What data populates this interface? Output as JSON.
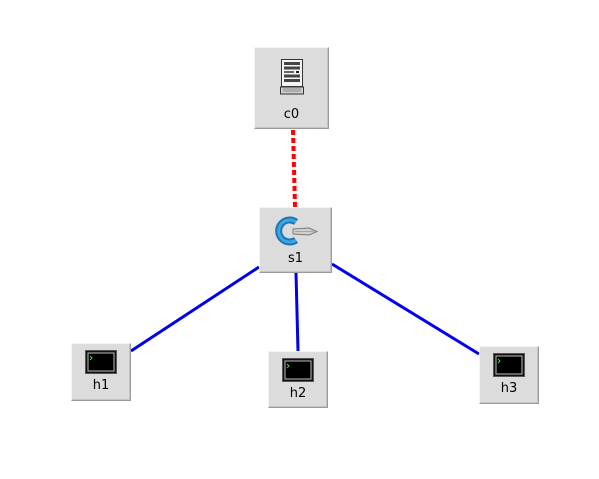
{
  "topology": {
    "nodes": [
      {
        "id": "c0",
        "label": "c0",
        "kind": "controller",
        "icon": "server-icon"
      },
      {
        "id": "s1",
        "label": "s1",
        "kind": "switch",
        "icon": "switch-icon"
      },
      {
        "id": "h1",
        "label": "h1",
        "kind": "host",
        "icon": "terminal-icon"
      },
      {
        "id": "h2",
        "label": "h2",
        "kind": "host",
        "icon": "terminal-icon"
      },
      {
        "id": "h3",
        "label": "h3",
        "kind": "host",
        "icon": "terminal-icon"
      }
    ],
    "links": [
      {
        "from": "c0",
        "to": "s1",
        "style": "dashed",
        "color": "#ff0000"
      },
      {
        "from": "s1",
        "to": "h1",
        "style": "solid",
        "color": "#0000ee"
      },
      {
        "from": "s1",
        "to": "h2",
        "style": "solid",
        "color": "#0000ee"
      },
      {
        "from": "s1",
        "to": "h3",
        "style": "solid",
        "color": "#0000ee"
      }
    ]
  },
  "colors": {
    "canvas_background": "#ffffff",
    "node_background": "#dcdcdc",
    "data_link": "#0000ee",
    "control_link": "#ff0000"
  }
}
